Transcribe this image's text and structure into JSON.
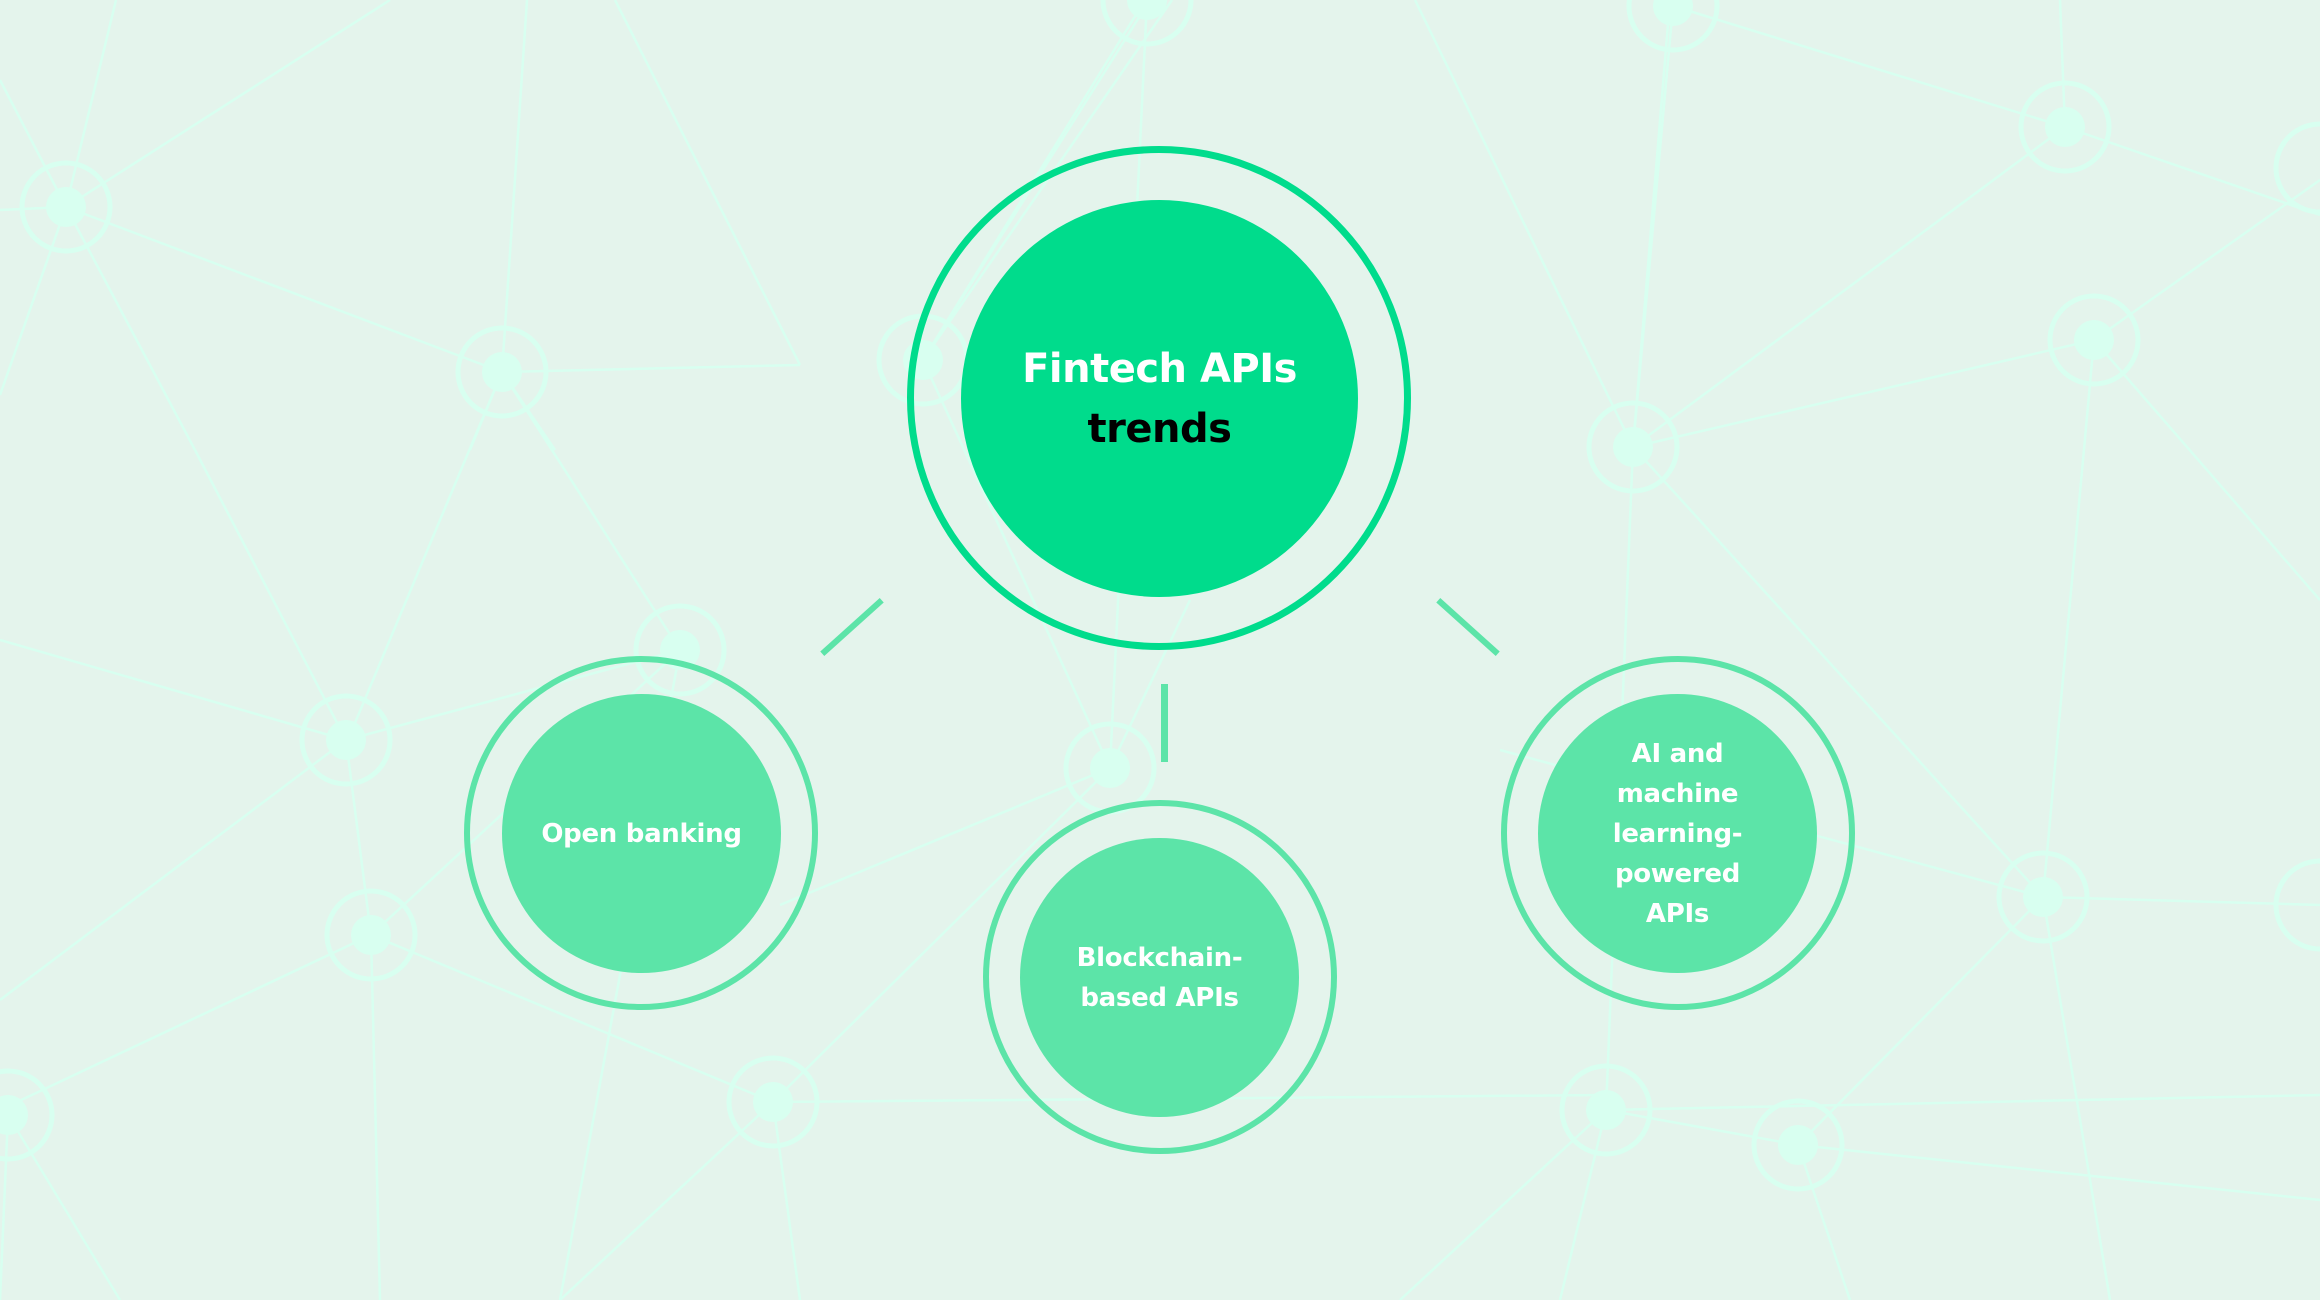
{
  "diagram": {
    "title_line1": "Fintech APIs",
    "title_line2": "trends",
    "nodes": [
      {
        "label": "Open banking"
      },
      {
        "label": "Blockchain-based APIs"
      },
      {
        "label": "AI and machine learning-powered APIs"
      }
    ],
    "colors": {
      "background": "#e4f4ec",
      "primary": "#00dc8c",
      "secondary": "#5ce4a8",
      "network": "#d8fff0",
      "title_line1": "#ffffff",
      "title_line2": "#000000"
    }
  }
}
